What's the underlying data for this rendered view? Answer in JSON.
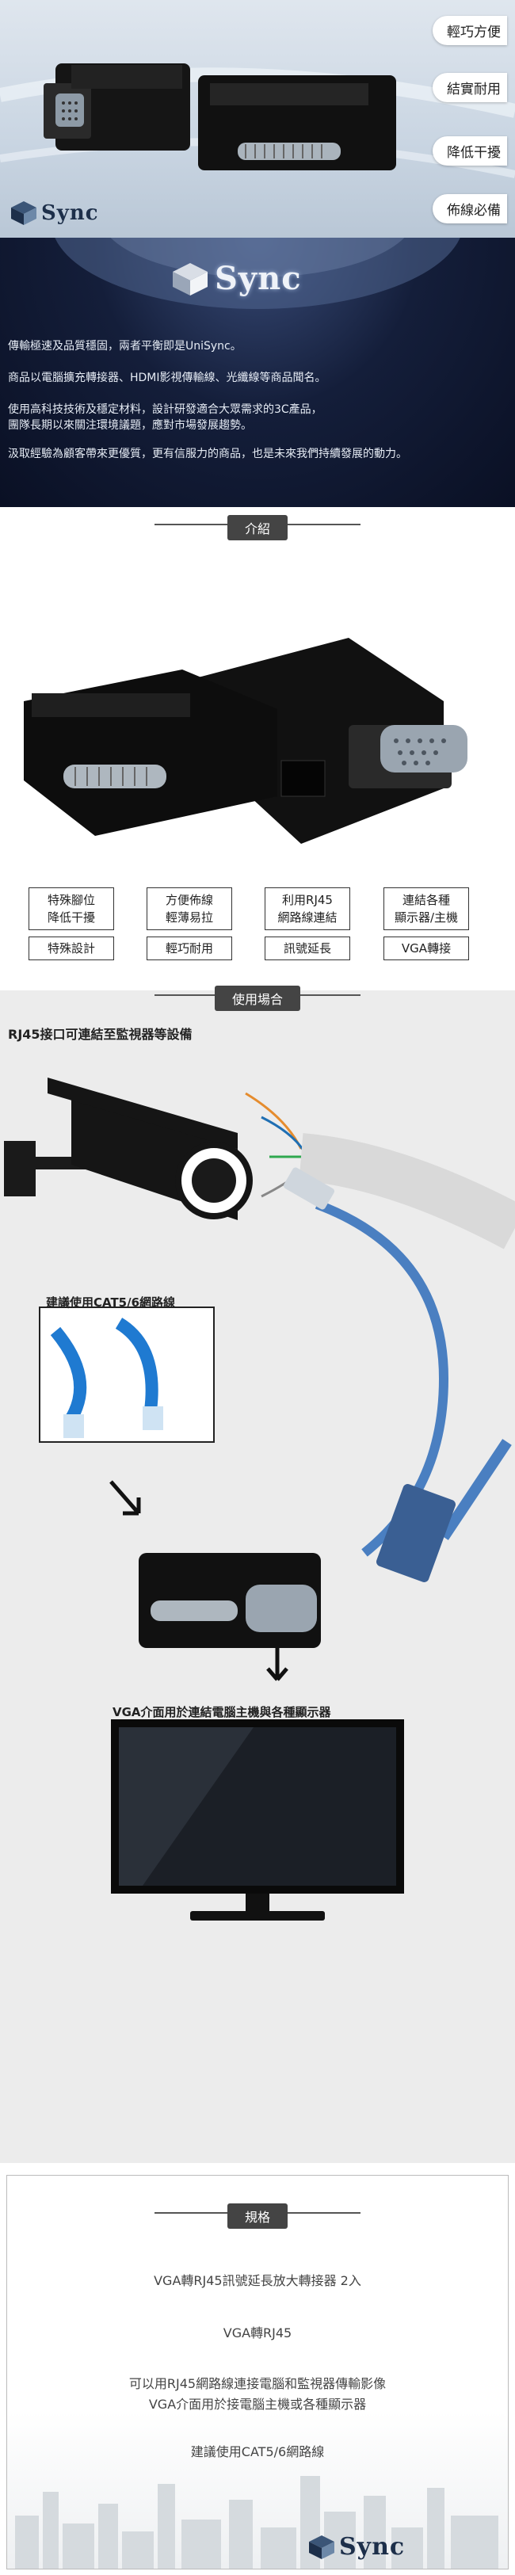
{
  "hero": {
    "tags": [
      "輕巧方便",
      "結實耐用",
      "降低干擾",
      "佈線必備"
    ],
    "brand": "Sync"
  },
  "band": {
    "brand": "Sync",
    "lines": [
      "傳輸極速及品質穩固，兩者平衡即是UniSync。",
      "商品以電腦擴充轉接器、HDMI影視傳輸線、光纖線等商品聞名。",
      "使用高科技技術及穩定材料，設計研發適合大眾需求的3C產品，",
      "團隊長期以來關注環境議題，應對市場發展趨勢。",
      "汲取經驗為顧客帶來更優質，更有信服力的商品，也是未來我們持續發展的動力。"
    ]
  },
  "intro": {
    "title": "介紹"
  },
  "features": [
    {
      "line1": "特殊腳位",
      "line2": "降低干擾",
      "bottom": "特殊設計"
    },
    {
      "line1": "方便佈線",
      "line2": "輕薄易拉",
      "bottom": "輕巧耐用"
    },
    {
      "line1": "利用RJ45",
      "line2": "網路線連結",
      "bottom": "訊號延長"
    },
    {
      "line1": "連結各種",
      "line2": "顯示器/主機",
      "bottom": "VGA轉接"
    }
  ],
  "usage": {
    "title": "使用場合",
    "rj45_note": "RJ45接口可連結至監視器等設備",
    "cable_note": "建議使用CAT5/6網路線",
    "vga_note": "VGA介面用於連結電腦主機與各種顯示器"
  },
  "spec": {
    "title": "規格",
    "lines": [
      "VGA轉RJ45訊號延長放大轉接器 2入",
      "VGA轉RJ45",
      "可以用RJ45網路線連接電腦和監視器傳輸影像",
      "VGA介面用於接電腦主機或各種顯示器",
      "建議使用CAT5/6網路線"
    ],
    "brand": "Sync"
  },
  "colors": {
    "accent": "#1d2f4a",
    "band": "#141e3a",
    "tag_bg": "#444444"
  }
}
